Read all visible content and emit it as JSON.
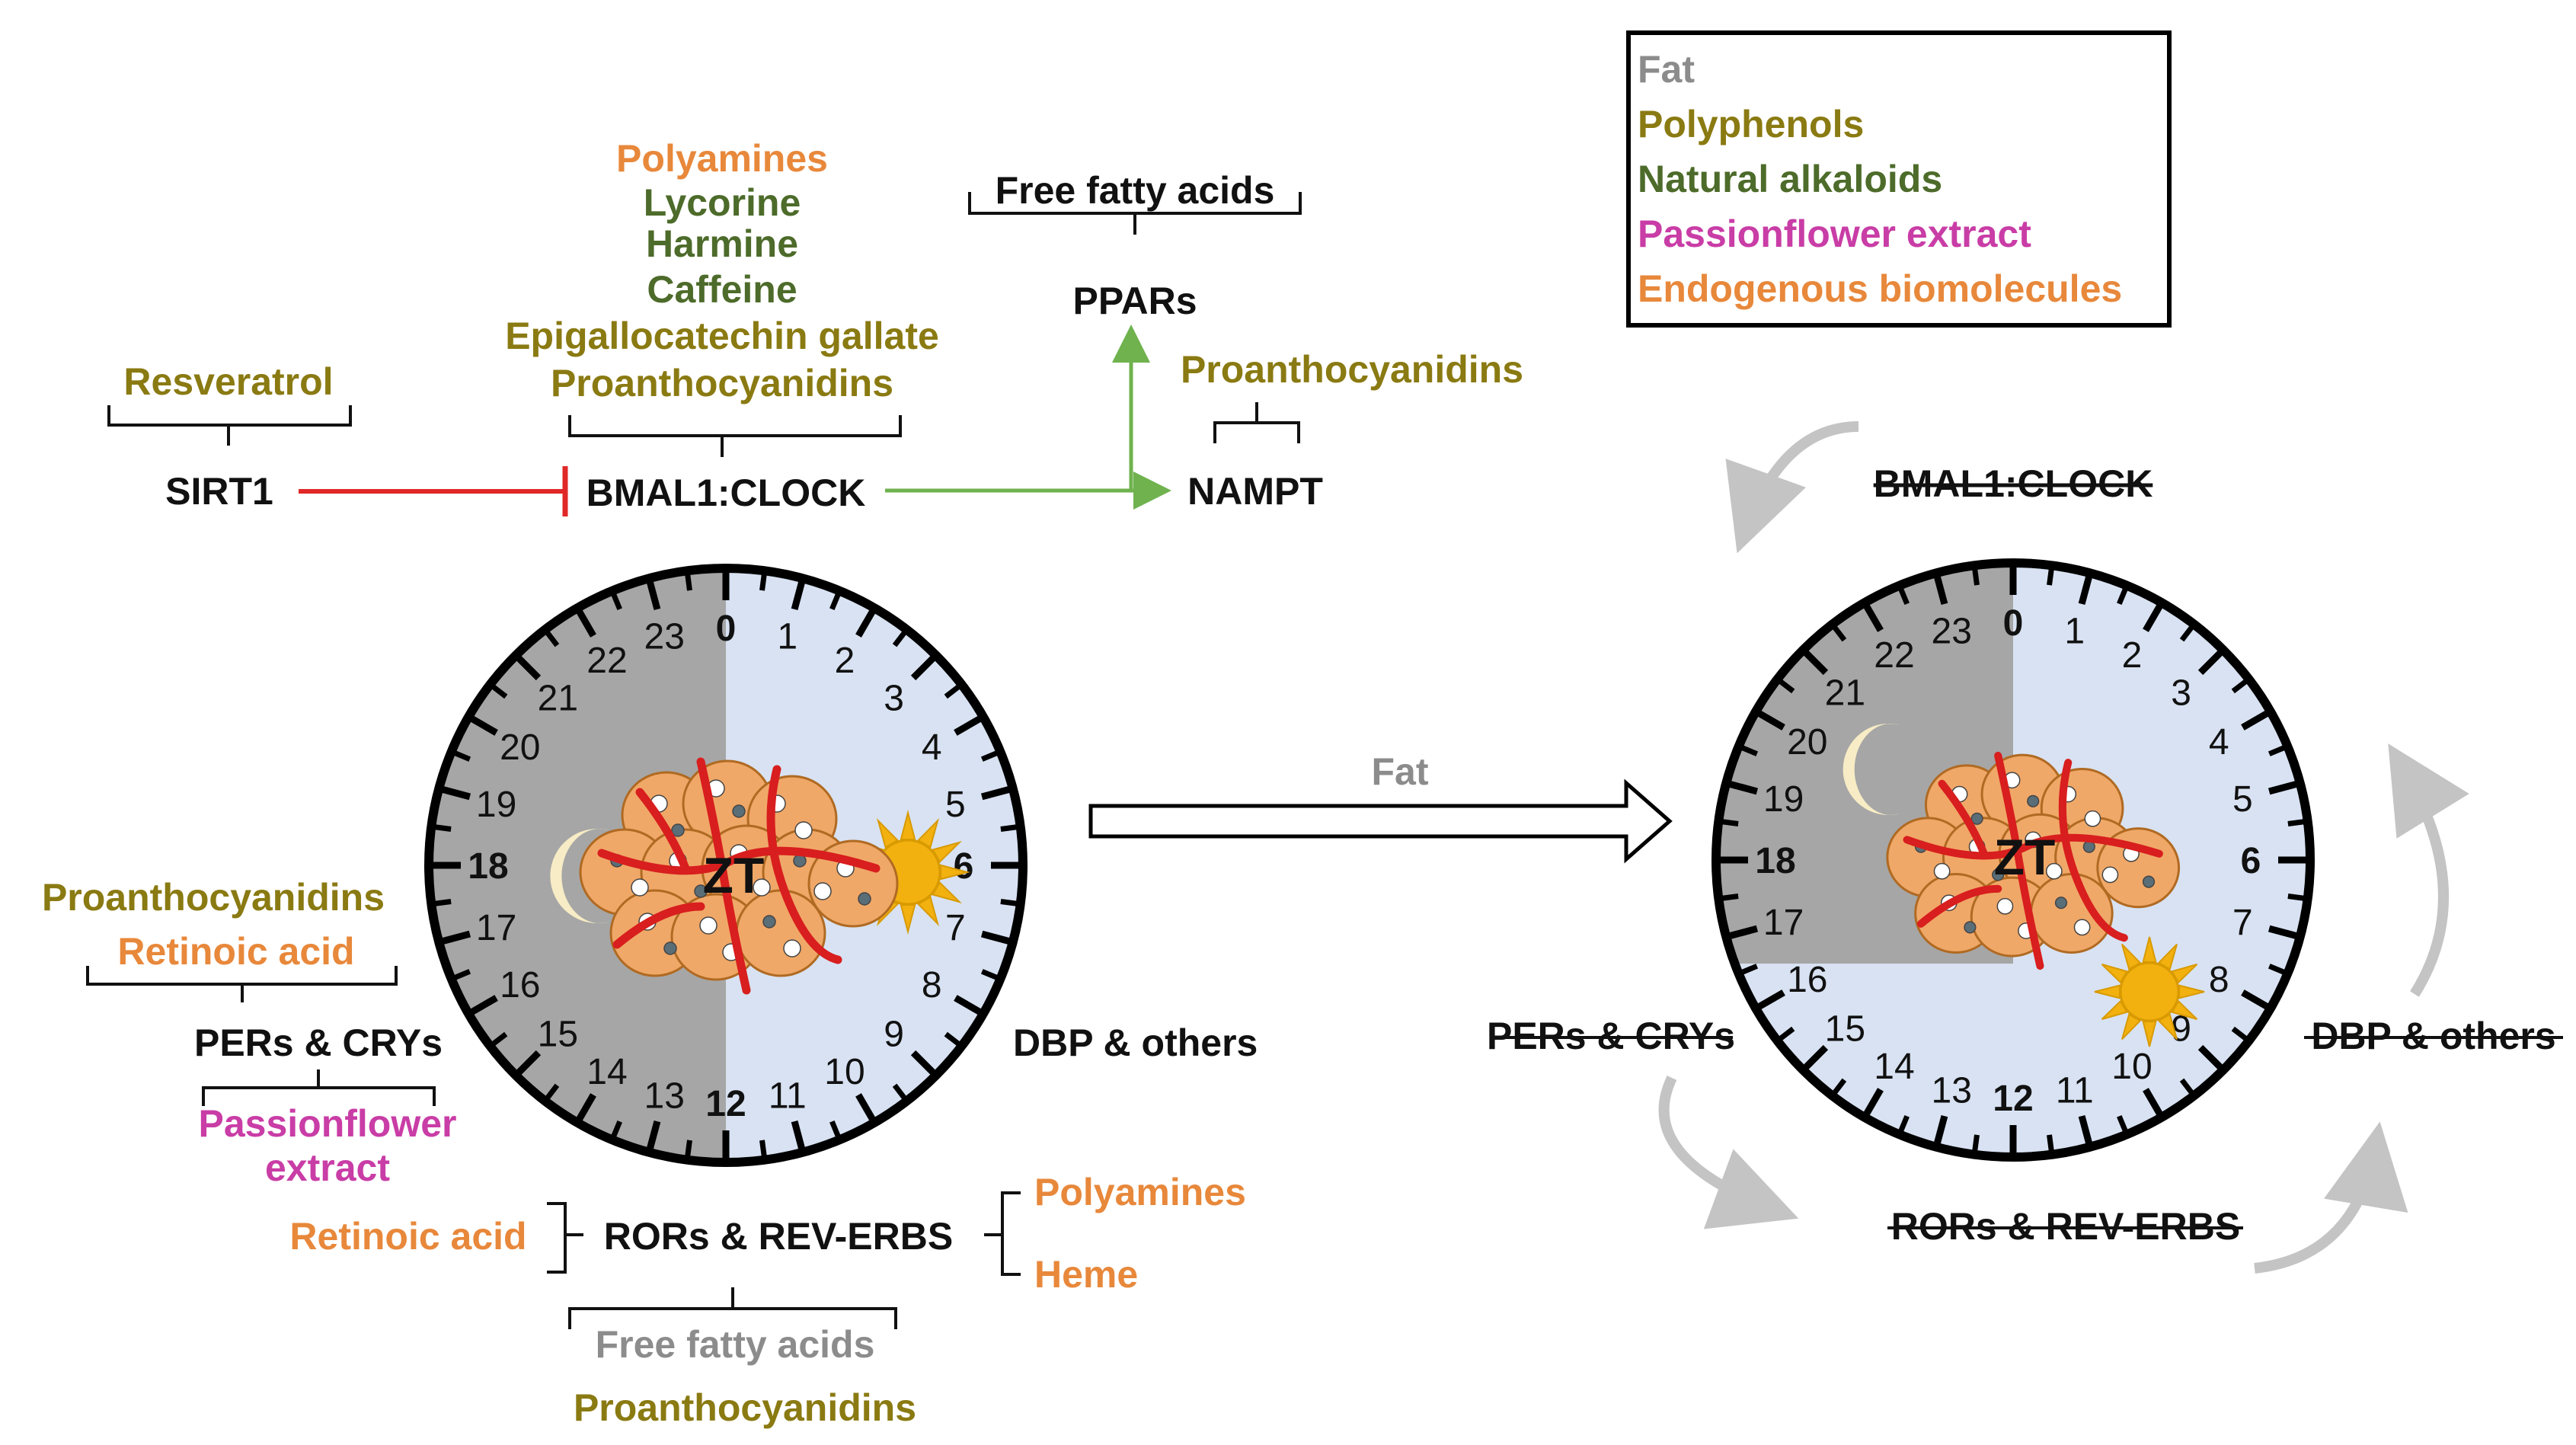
{
  "colors": {
    "fat": "#8c8c8c",
    "polyphenols": "#8a7a12",
    "natural_alkaloids": "#4d6b2a",
    "passionflower": "#c93da6",
    "endogenous": "#e8883b",
    "black": "#111111",
    "inhibit": "#e02828",
    "activate": "#6fb24e",
    "night": "#a6a6a6",
    "day": "#d8e2f2",
    "sun": "#f2b10f",
    "moon": "#f7ecc5"
  },
  "legend": {
    "fat": "Fat",
    "polyphenols": "Polyphenols",
    "natural_alkaloids": "Natural alkaloids",
    "passionflower": "Passionflower extract",
    "endogenous": "Endogenous biomolecules"
  },
  "left": {
    "bmal1_inputs": {
      "polyamines": "Polyamines",
      "lycorine": "Lycorine",
      "harmine": "Harmine",
      "caffeine": "Caffeine",
      "egcg": "Epigallocatechin gallate",
      "proanthocyanidins": "Proanthocyanidins"
    },
    "resveratrol": "Resveratrol",
    "sirt1": "SIRT1",
    "bmal1_clock": "BMAL1:CLOCK",
    "free_fatty_acids_top": "Free fatty acids",
    "ppars": "PPARs",
    "proanthocyanidins_nampt": "Proanthocyanidins",
    "nampt": "NAMPT",
    "per_cry_inputs": {
      "proanthocyanidins": "Proanthocyanidins",
      "retinoic_acid": "Retinoic acid"
    },
    "pers_crys": "PERs & CRYs",
    "passionflower_line1": "Passionflower",
    "passionflower_line2": "extract",
    "dbp_others": "DBP & others",
    "retinoic_acid_ror": "Retinoic acid",
    "rors_rev_erbs": "RORs & REV-ERBS",
    "polyamines_ror": "Polyamines",
    "heme": "Heme",
    "free_fatty_acids_bottom": "Free fatty acids",
    "proanthocyanidins_bottom": "Proanthocyanidins",
    "zt": "ZT"
  },
  "arrow_label": "Fat",
  "right": {
    "bmal1_clock": "BMAL1:CLOCK",
    "pers_crys": "PERs & CRYs",
    "dbp_others": "DBP & others",
    "rors_rev_erbs": "RORs & REV-ERBS",
    "zt": "ZT"
  },
  "clock_hours": [
    "0",
    "1",
    "2",
    "3",
    "4",
    "5",
    "6",
    "7",
    "8",
    "9",
    "10",
    "11",
    "12",
    "13",
    "14",
    "15",
    "16",
    "17",
    "18",
    "19",
    "20",
    "21",
    "22",
    "23"
  ]
}
